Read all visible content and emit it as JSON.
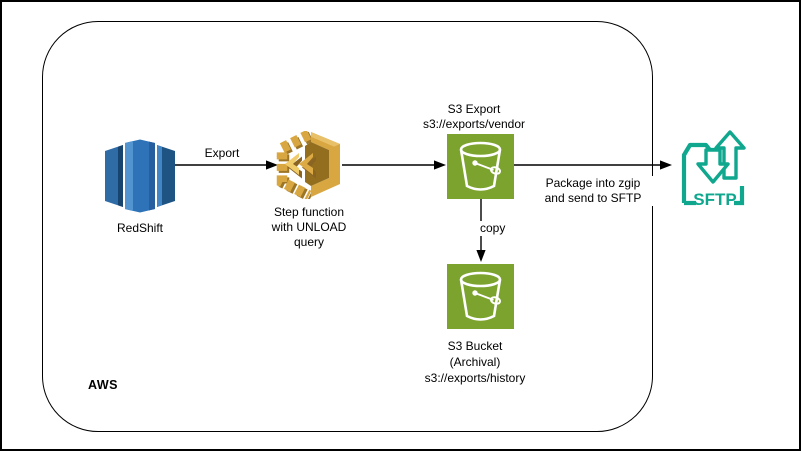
{
  "diagram": {
    "type": "aws-architecture",
    "container": {
      "label": "AWS"
    },
    "nodes": {
      "redshift": {
        "label": "RedShift",
        "icon": "redshift-icon"
      },
      "step_function": {
        "label": "Step function\nwith UNLOAD\nquery",
        "icon": "step-functions-icon"
      },
      "s3_export": {
        "label": "S3 Export\ns3://exports/vendor",
        "icon": "s3-bucket-icon"
      },
      "s3_archival": {
        "label": "S3 Bucket\n(Archival)\ns3://exports/history",
        "icon": "s3-bucket-icon"
      },
      "sftp": {
        "label": "SFTP",
        "icon": "sftp-icon"
      }
    },
    "edges": {
      "redshift_to_step": {
        "label": "Export",
        "from": "redshift",
        "to": "step_function"
      },
      "step_to_s3": {
        "label": "",
        "from": "step_function",
        "to": "s3_export"
      },
      "s3_to_sftp": {
        "label": "Package into zgip\nand send to SFTP",
        "from": "s3_export",
        "to": "sftp"
      },
      "s3_to_archival": {
        "label": "copy",
        "from": "s3_export",
        "to": "s3_archival"
      }
    },
    "colors": {
      "background": "#ffffff",
      "line": "#000000",
      "s3_green": "#7CA32D",
      "redshift_dark": "#1E5484",
      "redshift_mid": "#2E73B8",
      "redshift_light": "#5294CF",
      "stepfn_gold": "#D9A741",
      "stepfn_dark": "#8A6423",
      "stepfn_light": "#F0CB6A",
      "sftp_teal": "#0FA78E"
    }
  }
}
